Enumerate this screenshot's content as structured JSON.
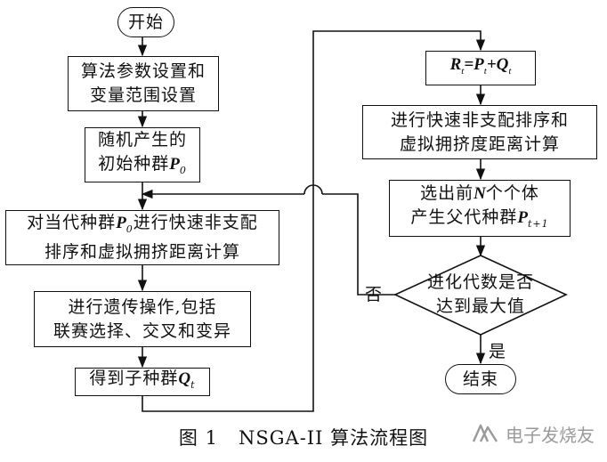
{
  "nodes": {
    "start": "开始",
    "setup": [
      "算法参数设置和",
      "变量范围设置"
    ],
    "init": {
      "line1": "随机产生的",
      "line2_text": "初始种群",
      "var": "P",
      "sub": "0"
    },
    "current": {
      "pre": "对当代种群",
      "var": "P",
      "sub": "0",
      "post": "进行快速非支配",
      "line2": "排序和虚拟拥挤距离计算"
    },
    "genetic": [
      "进行遗传操作,包括",
      "联赛选择、交叉和变异"
    ],
    "offspring": {
      "text": "得到子种群",
      "var": "Q",
      "sub": "t"
    },
    "merge": {
      "r": "R",
      "p": "P",
      "q": "Q",
      "sub": "t"
    },
    "sort": [
      "进行快速非支配排序和",
      "虚拟拥挤度距离计算"
    ],
    "select": {
      "pre": "选出前",
      "var": "N",
      "post": "个个体",
      "line2_text": "产生父代种群",
      "var2": "P",
      "sub2": "t+1"
    },
    "decision": [
      "进化代数是否",
      "达到最大值"
    ],
    "end": "结束"
  },
  "labels": {
    "no": "否",
    "yes": "是"
  },
  "caption": {
    "fig": "图 1",
    "title": "NSGA-II 算法流程图"
  },
  "watermark": "电子发烧友"
}
